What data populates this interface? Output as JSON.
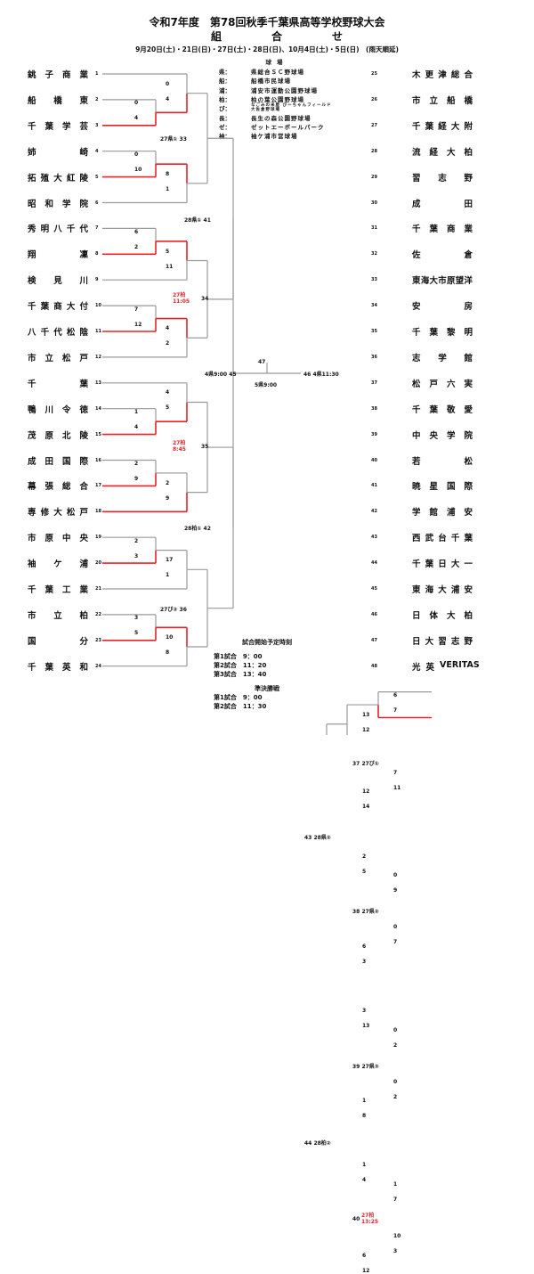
{
  "header": {
    "title": "令和7年度　第78回秋季千葉県高等学校野球大会",
    "subtitle": "組　合　せ",
    "dates": "9月20日(土)・21日(日)・27日(土)・28日(日)、10月4日(土)・5日(日)　(雨天順延)"
  },
  "venues": {
    "heading": "球場",
    "items": [
      {
        "key": "県：",
        "name": "県総合ＳＣ野球場"
      },
      {
        "key": "船：",
        "name": "船橋市民球場"
      },
      {
        "key": "浦：",
        "name": "浦安市運動公園野球場"
      },
      {
        "key": "柏：",
        "name": "柏の葉公園野球場"
      },
      {
        "key": "び：",
        "name": "なごみの米屋 びーちゃんフィールド大佐倉野球場"
      },
      {
        "key": "長：",
        "name": "長生の森公園野球場"
      },
      {
        "key": "ゼ：",
        "name": "ゼットエーボールパーク"
      },
      {
        "key": "袖：",
        "name": "袖ケ浦市営球場"
      }
    ]
  },
  "teams": [
    {
      "no": "1",
      "name": "銚子商業"
    },
    {
      "no": "2",
      "name": "船橋東"
    },
    {
      "no": "3",
      "name": "千葉学芸"
    },
    {
      "no": "4",
      "name": "姉崎"
    },
    {
      "no": "5",
      "name": "拓殖大紅陵"
    },
    {
      "no": "6",
      "name": "昭和学院"
    },
    {
      "no": "7",
      "name": "秀明八千代"
    },
    {
      "no": "8",
      "name": "翔凜"
    },
    {
      "no": "9",
      "name": "検見川"
    },
    {
      "no": "10",
      "name": "千葉商大付"
    },
    {
      "no": "11",
      "name": "八千代松陰"
    },
    {
      "no": "12",
      "name": "市立松戸"
    },
    {
      "no": "13",
      "name": "千葉"
    },
    {
      "no": "14",
      "name": "鴨川令徳"
    },
    {
      "no": "15",
      "name": "茂原北陵"
    },
    {
      "no": "16",
      "name": "成田国際"
    },
    {
      "no": "17",
      "name": "幕張総合"
    },
    {
      "no": "18",
      "name": "専修大松戸"
    },
    {
      "no": "19",
      "name": "市原中央"
    },
    {
      "no": "20",
      "name": "袖ケ浦"
    },
    {
      "no": "21",
      "name": "千葉工業"
    },
    {
      "no": "22",
      "name": "市立柏"
    },
    {
      "no": "23",
      "name": "国分"
    },
    {
      "no": "24",
      "name": "千葉英和"
    },
    {
      "no": "25",
      "name": "木更津総合"
    },
    {
      "no": "26",
      "name": "市立船橋"
    },
    {
      "no": "27",
      "name": "千葉経大附"
    },
    {
      "no": "28",
      "name": "流経大柏"
    },
    {
      "no": "29",
      "name": "習志野"
    },
    {
      "no": "30",
      "name": "成田"
    },
    {
      "no": "31",
      "name": "千葉商業"
    },
    {
      "no": "32",
      "name": "佐倉"
    },
    {
      "no": "33",
      "name": "東海大市原望洋"
    },
    {
      "no": "34",
      "name": "安房"
    },
    {
      "no": "35",
      "name": "千葉黎明"
    },
    {
      "no": "36",
      "name": "志学館"
    },
    {
      "no": "37",
      "name": "松戸六実"
    },
    {
      "no": "38",
      "name": "千葉敬愛"
    },
    {
      "no": "39",
      "name": "中央学院"
    },
    {
      "no": "40",
      "name": "若松"
    },
    {
      "no": "41",
      "name": "暁星国際"
    },
    {
      "no": "42",
      "name": "学館浦安"
    },
    {
      "no": "43",
      "name": "西武台千葉"
    },
    {
      "no": "44",
      "name": "千葉日大一"
    },
    {
      "no": "45",
      "name": "東海大浦安"
    },
    {
      "no": "46",
      "name": "日体大柏"
    },
    {
      "no": "47",
      "name": "日大習志野"
    },
    {
      "no": "48",
      "name": "光英VERITAS"
    }
  ],
  "scores": {
    "m_2_3": [
      "0",
      "4"
    ],
    "m_1_w": [
      "0",
      "4"
    ],
    "m_4_5": [
      "0",
      "10"
    ],
    "m_6_w": [
      "8",
      "1"
    ],
    "m_8_9": [
      "6",
      "2"
    ],
    "m_7_w": [
      "5",
      "11"
    ],
    "m_10_11": [
      "7",
      "12"
    ],
    "m_12_w": [
      "4",
      "2"
    ],
    "m_14_15": [
      "1",
      "4"
    ],
    "m_13_w": [
      "4",
      "5"
    ],
    "m_16_17": [
      "2",
      "9"
    ],
    "m_18_w": [
      "2",
      "9"
    ],
    "m_20_21": [
      "2",
      "3"
    ],
    "m_19_w": [
      "17",
      "1"
    ],
    "m_22_23": [
      "3",
      "5"
    ],
    "m_24_w": [
      "10",
      "8"
    ],
    "m_26_27": [
      "6",
      "7"
    ],
    "m_25_w": [
      "13",
      "12"
    ],
    "m_28_29": [
      "7",
      "11"
    ],
    "m_30_w": [
      "12",
      "14"
    ],
    "m_32_33": [
      "0",
      "9"
    ],
    "m_31_w": [
      "2",
      "5"
    ],
    "m_34_35": [
      "0",
      "7"
    ],
    "m_36_w": [
      "6",
      "3"
    ],
    "m_38_39": [
      "0",
      "2"
    ],
    "m_37_w": [
      "3",
      "13"
    ],
    "m_40_41": [
      "0",
      "2"
    ],
    "m_42_w": [
      "1",
      "8"
    ],
    "m_44_45": [
      "1",
      "7"
    ],
    "m_43_w": [
      "1",
      "4"
    ],
    "m_46_47": [
      "10",
      "3"
    ],
    "m_48_w": [
      "6",
      "12"
    ]
  },
  "round_labels": {
    "g33": "27県① 33",
    "g34": "34",
    "g34_time": "27柏\n11:05",
    "g35": "35",
    "g35_time": "27柏\n8:45",
    "g36": "27び② 36",
    "g41": "28県① 41",
    "g42": "28柏① 42",
    "g37": "37 27び①",
    "g38": "38 27県②",
    "g39": "39 27県③",
    "g40": "40",
    "g40_time": "27柏\n13:25",
    "g43": "43 28県②",
    "g44": "44 28柏②",
    "g45": "4県9:00 45",
    "g46": "46 4県11:30",
    "g47": "47",
    "g47_time": "5県9:00"
  },
  "schedule": {
    "heading": "試合開始予定時刻",
    "rows": [
      "第1試合　9：00",
      "第2試合　11：20",
      "第3試合　13：40"
    ],
    "semi_heading": "準決勝戦",
    "semi_rows": [
      "第1試合　9：00",
      "第2試合　11：30"
    ]
  },
  "colors": {
    "win_line": "#e8232a",
    "line": "#9a9a9a"
  }
}
